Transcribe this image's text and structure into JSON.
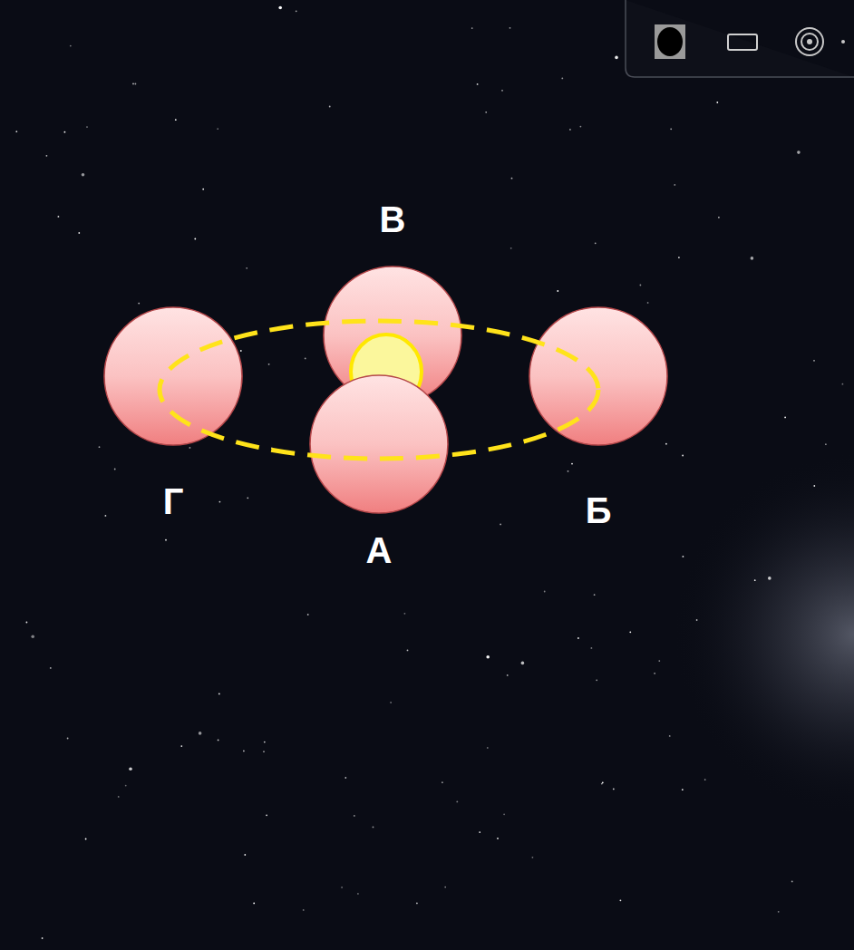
{
  "diagram": {
    "nodes": [
      {
        "text": [
          "В"
        ]
      },
      {
        "text": [
          "Г"
        ]
      },
      {
        "text": [
          "Б"
        ]
      },
      {
        "text": [
          "А"
        ]
      }
    ]
  }
}
